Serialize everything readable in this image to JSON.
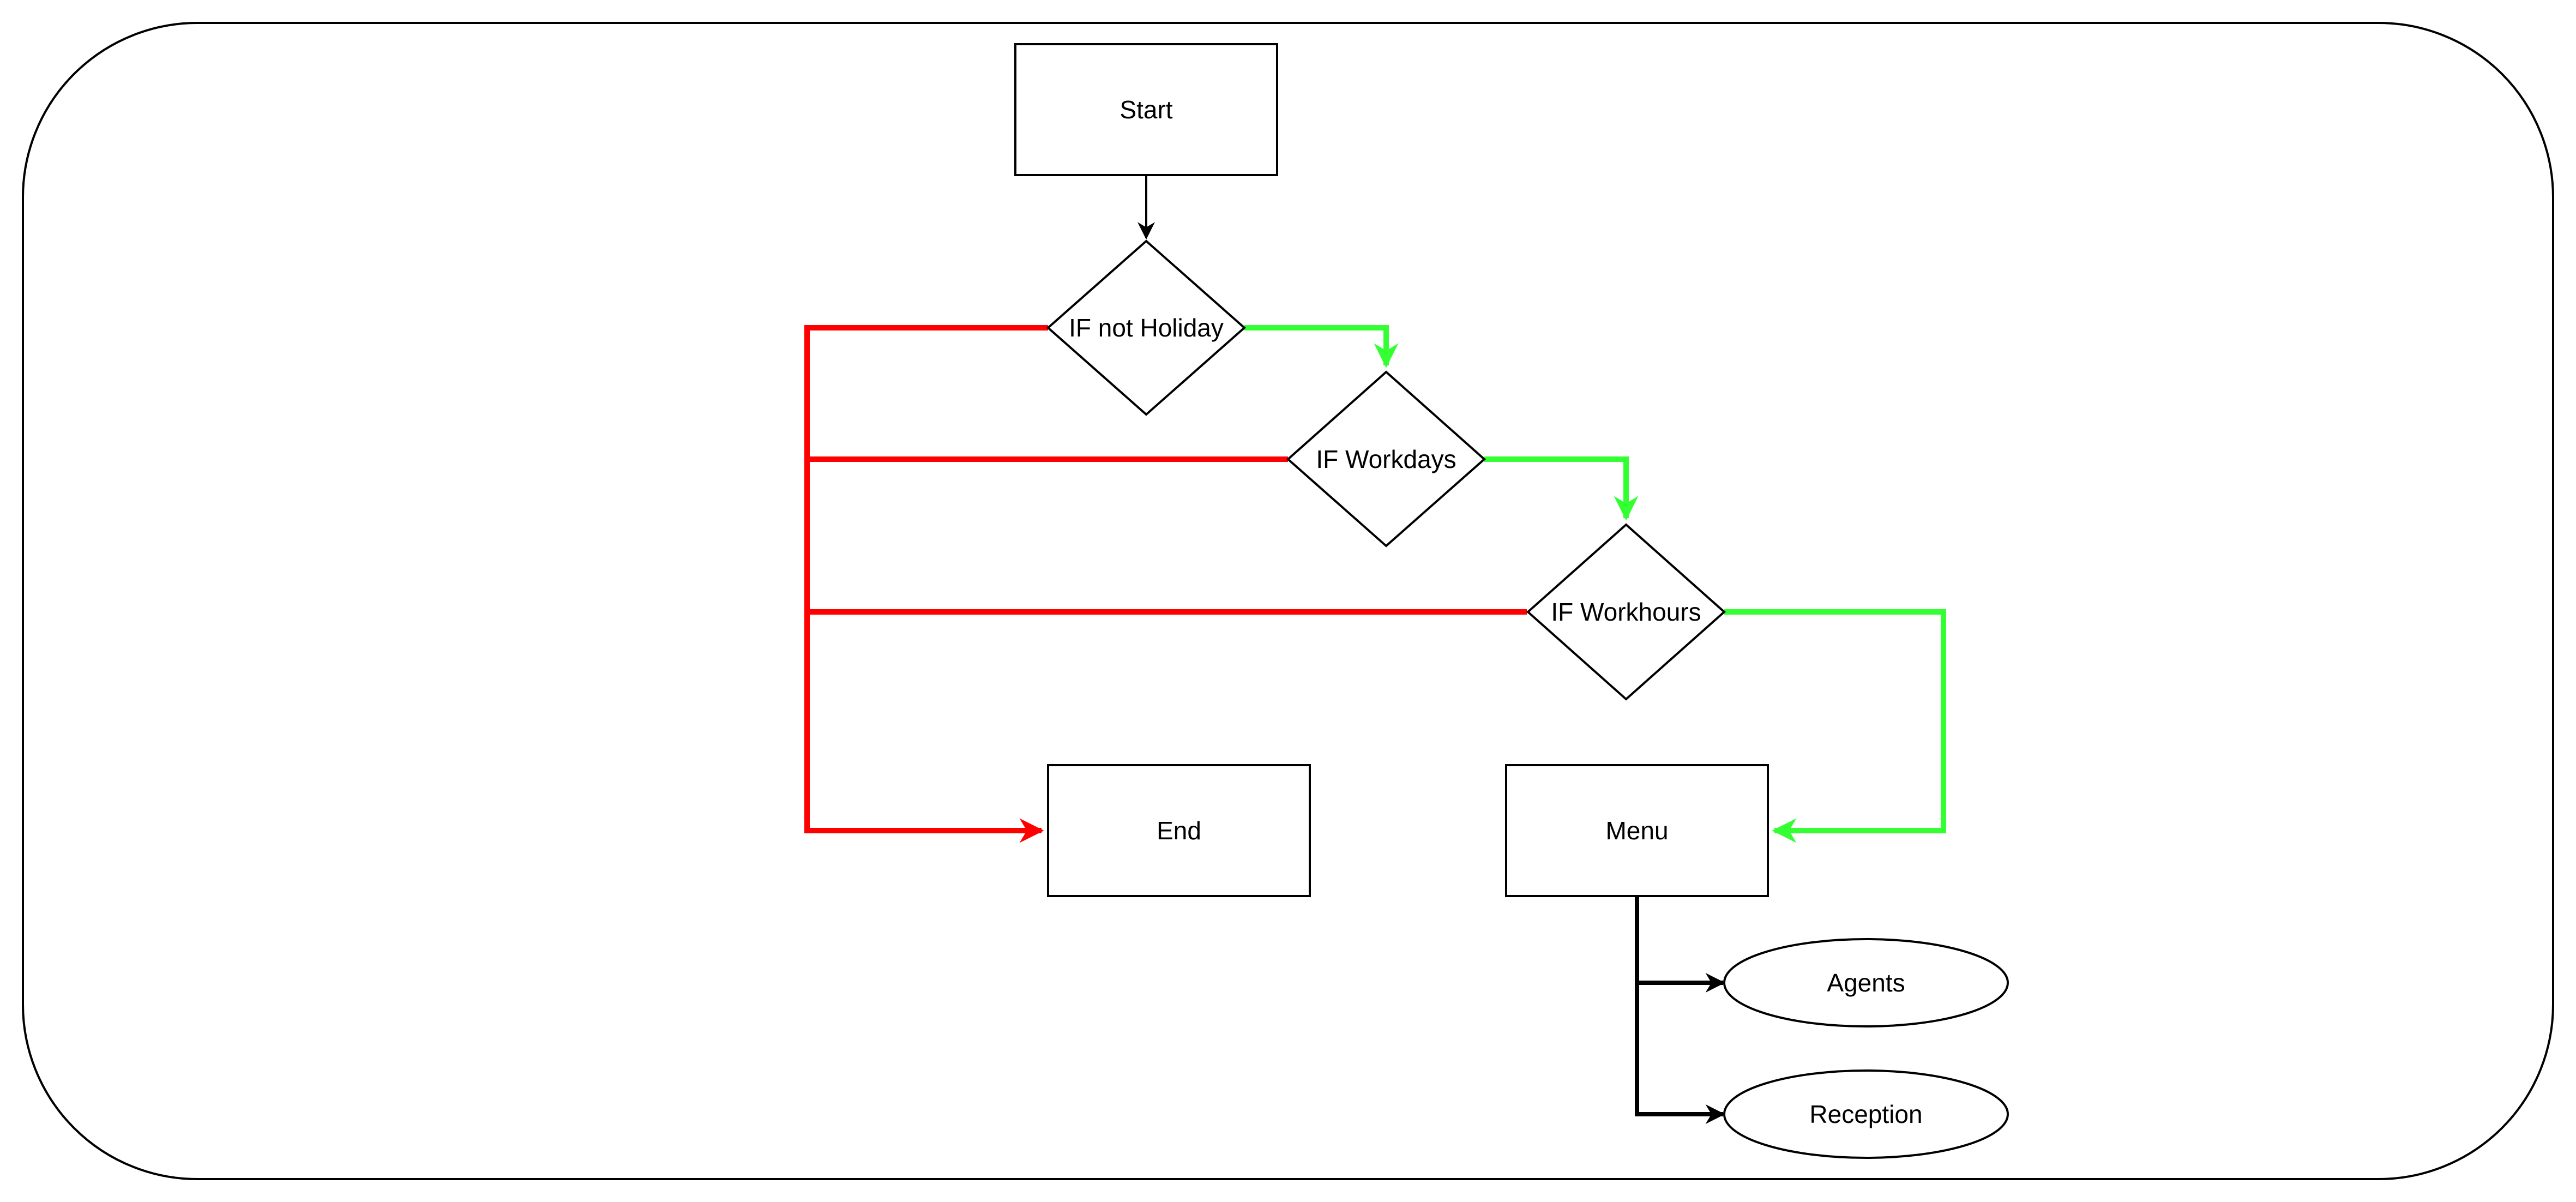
{
  "colors": {
    "stroke": "#000000",
    "no_branch": "#ff0000",
    "yes_branch": "#33ff33",
    "background": "#ffffff"
  },
  "nodes": {
    "start": "Start",
    "if_not_holiday": "IF not Holiday",
    "if_workdays": "IF Workdays",
    "if_workhours": "IF Workhours",
    "end": "End",
    "menu": "Menu",
    "agents": "Agents",
    "reception": "Reception"
  }
}
